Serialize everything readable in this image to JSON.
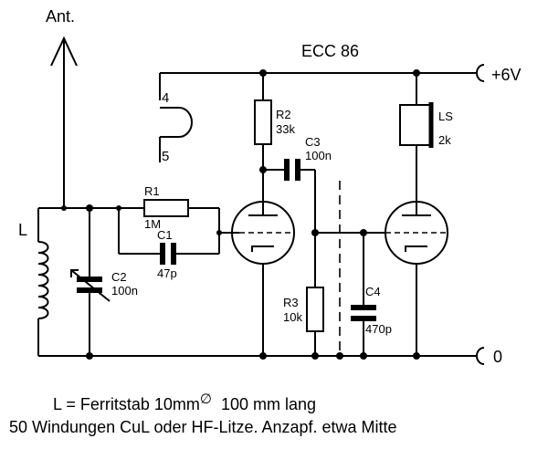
{
  "labels": {
    "antenna": "Ant.",
    "tube": "ECC 86",
    "supply_plus": "+6V",
    "supply_zero": "0",
    "coil": "L",
    "pin4": "4",
    "pin5": "5",
    "r1_name": "R1",
    "r1_value": "1M",
    "r2_name": "R2",
    "r2_value": "33k",
    "r3_name": "R3",
    "r3_value": "10k",
    "c1_name": "C1",
    "c1_value": "47p",
    "c2_name": "C2",
    "c2_value": "100n",
    "c3_name": "C3",
    "c3_value": "100n",
    "c4_name": "C4",
    "c4_value": "470p",
    "speaker_name": "LS",
    "speaker_value": "2k"
  },
  "caption": {
    "line1_a": "L = Ferritstab 10mm",
    "line1_symbol": "∅",
    "line1_b": "100 mm lang",
    "line2": "50 Windungen CuL oder HF-Litze. Anzapf. etwa Mitte"
  }
}
